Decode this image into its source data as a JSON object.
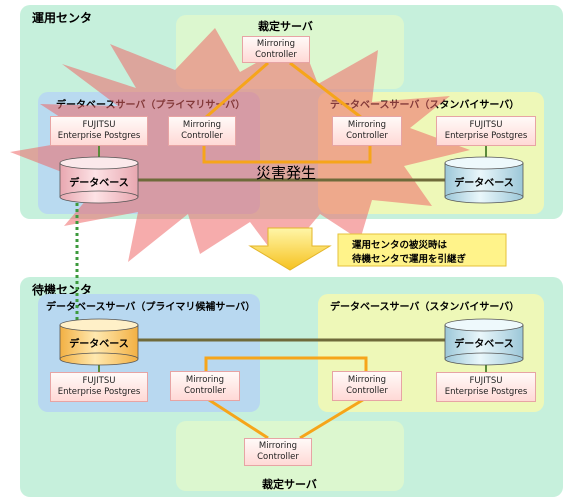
{
  "operational_center": {
    "title": "運用センタ",
    "arbiter_title": "裁定サーバ",
    "arbiter_node": "Mirroring\nController",
    "primary_server": {
      "title": "データベースサーバ（プライマリサーバ）",
      "fujitsu": "FUJITSU\nEnterprise Postgres",
      "mirroring": "Mirroring\nController",
      "database": "データベース"
    },
    "standby_server": {
      "title": "データベースサーバ（スタンバイサーバ）",
      "fujitsu": "FUJITSU\nEnterprise Postgres",
      "mirroring": "Mirroring\nController",
      "database": "データベース"
    },
    "disaster_label": "災害発生"
  },
  "transition_note": {
    "line1": "運用センタの被災時は",
    "line2": "待機センタで運用を引継ぎ"
  },
  "standby_center": {
    "title": "待機センタ",
    "primary_candidate_server": {
      "title": "データベースサーバ（プライマリ候補サーバ）",
      "fujitsu": "FUJITSU\nEnterprise Postgres",
      "mirroring": "Mirroring\nController",
      "database": "データベース"
    },
    "standby_server": {
      "title": "データベースサーバ（スタンバイサーバ）",
      "fujitsu": "FUJITSU\nEnterprise Postgres",
      "mirroring": "Mirroring\nController",
      "database": "データベース"
    },
    "arbiter_title": "裁定サーバ",
    "arbiter_node": "Mirroring\nController"
  },
  "colors": {
    "center_bg": "#c6f0dc",
    "arbiter_bg": "#dcf7cf",
    "primary_bg": "#b8d8f0",
    "standby_bg": "#eef8b8",
    "node_fill": "#ffe3e0",
    "orange_line": "#f6a51a",
    "explosion": "#ef6767",
    "note_fill": "#fff38a"
  }
}
